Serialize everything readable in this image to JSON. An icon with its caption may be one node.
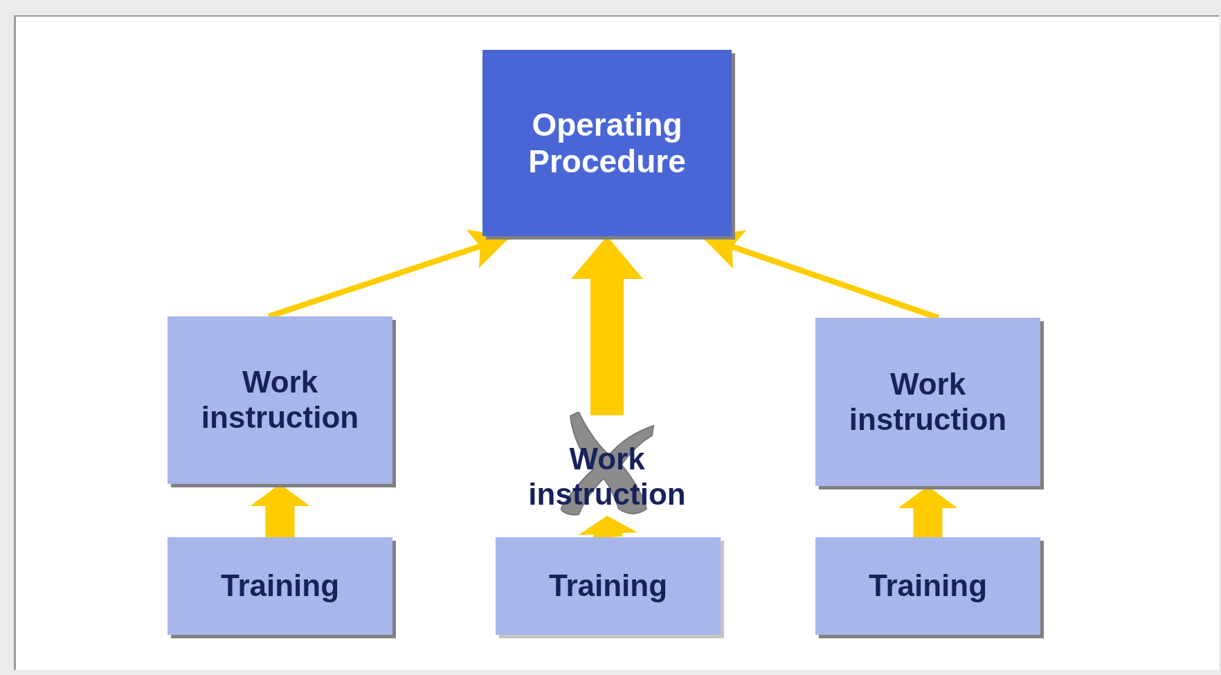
{
  "diagram": {
    "nodes": [
      {
        "text": [
          "Operating Procedure"
        ]
      },
      {
        "text": [
          "Work instruction"
        ]
      },
      {
        "text": [
          "Work instruction"
        ]
      },
      {
        "text": [
          "Work instruction"
        ]
      },
      {
        "text": [
          "Training"
        ]
      },
      {
        "text": [
          "Training"
        ]
      },
      {
        "text": [
          "Training"
        ]
      }
    ],
    "edges": [
      {
        "from": 4,
        "to": 1,
        "arrow": "to"
      },
      {
        "from": 1,
        "to": 0,
        "arrow": "to"
      },
      {
        "from": 5,
        "to": 2,
        "arrow": "to"
      },
      {
        "from": 2,
        "to": 0,
        "arrow": "to"
      },
      {
        "from": 6,
        "to": 3,
        "arrow": "to"
      },
      {
        "from": 3,
        "to": 0,
        "arrow": "to"
      }
    ]
  }
}
